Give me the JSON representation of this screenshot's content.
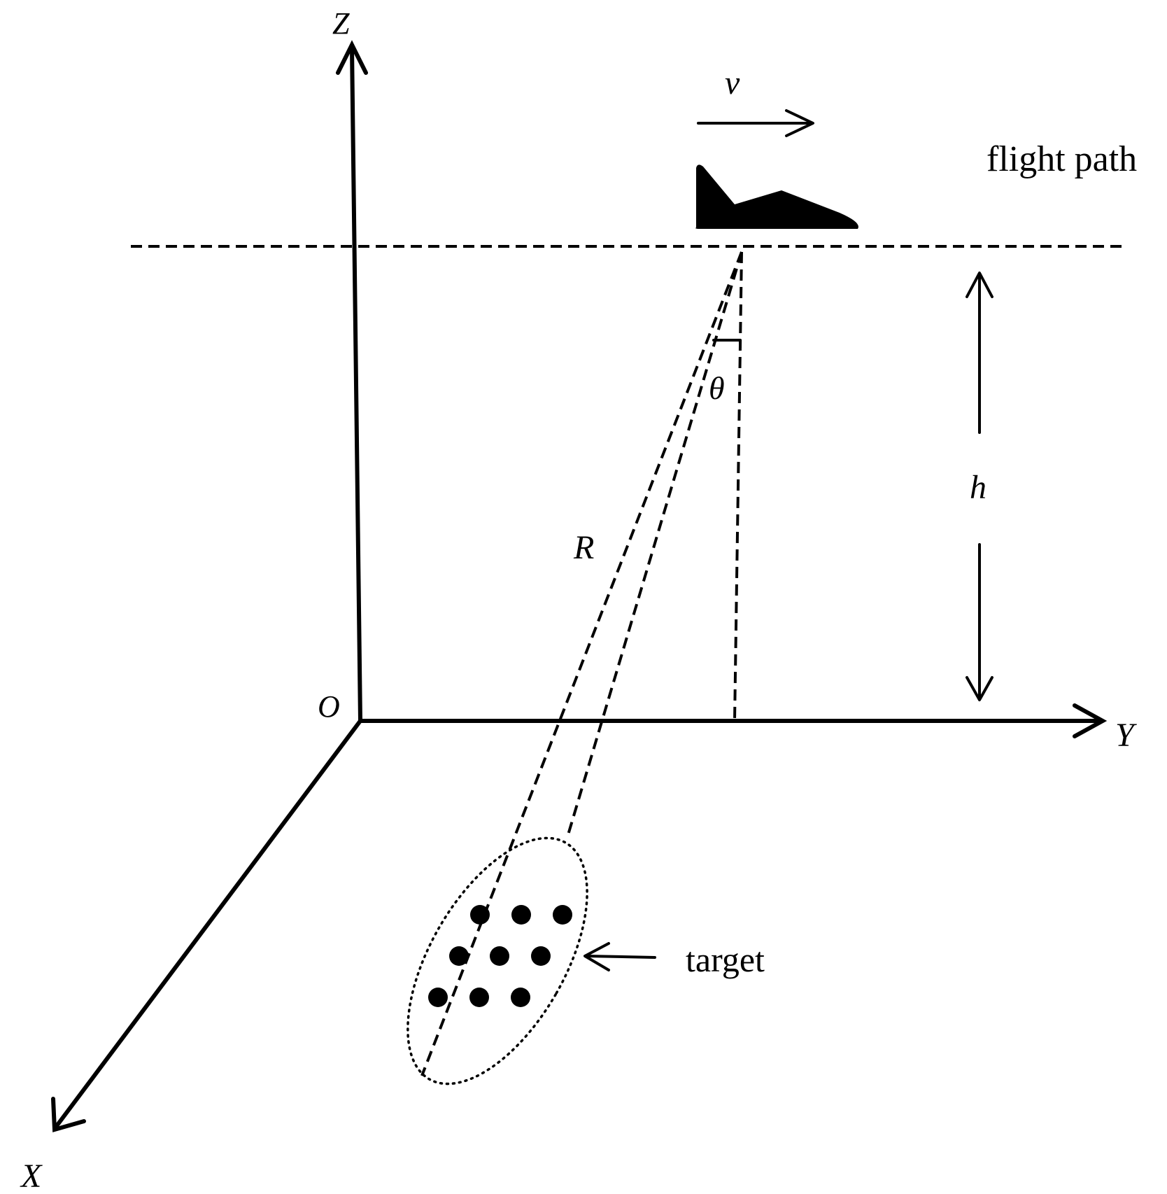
{
  "axes": {
    "x_label": "X",
    "y_label": "Y",
    "z_label": "Z",
    "origin_label": "O"
  },
  "labels": {
    "velocity": "v",
    "flight_path": "flight path",
    "height": "h",
    "range": "R",
    "angle": "θ",
    "target": "target"
  },
  "icons": {
    "aircraft": "aircraft-icon"
  },
  "colors": {
    "ink": "#000000",
    "background": "#ffffff"
  }
}
